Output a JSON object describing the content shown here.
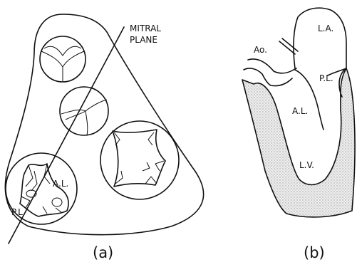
{
  "panel_a": {
    "caption": "(a)",
    "mitral_plane_line1": "MITRAL",
    "mitral_plane_line2": "PLANE",
    "label_anterior_leaflet": "A.L.",
    "label_posterior_leaflet": "P.L."
  },
  "panel_b": {
    "caption": "(b)",
    "label_aorta": "Ao.",
    "label_left_atrium": "L.A.",
    "label_posterior_leaflet": "P.L.",
    "label_anterior_leaflet": "A.L.",
    "label_left_ventricle": "L.V."
  },
  "colors": {
    "line": "#111111",
    "stipple": "#c8c8c8",
    "background": "#ffffff"
  }
}
